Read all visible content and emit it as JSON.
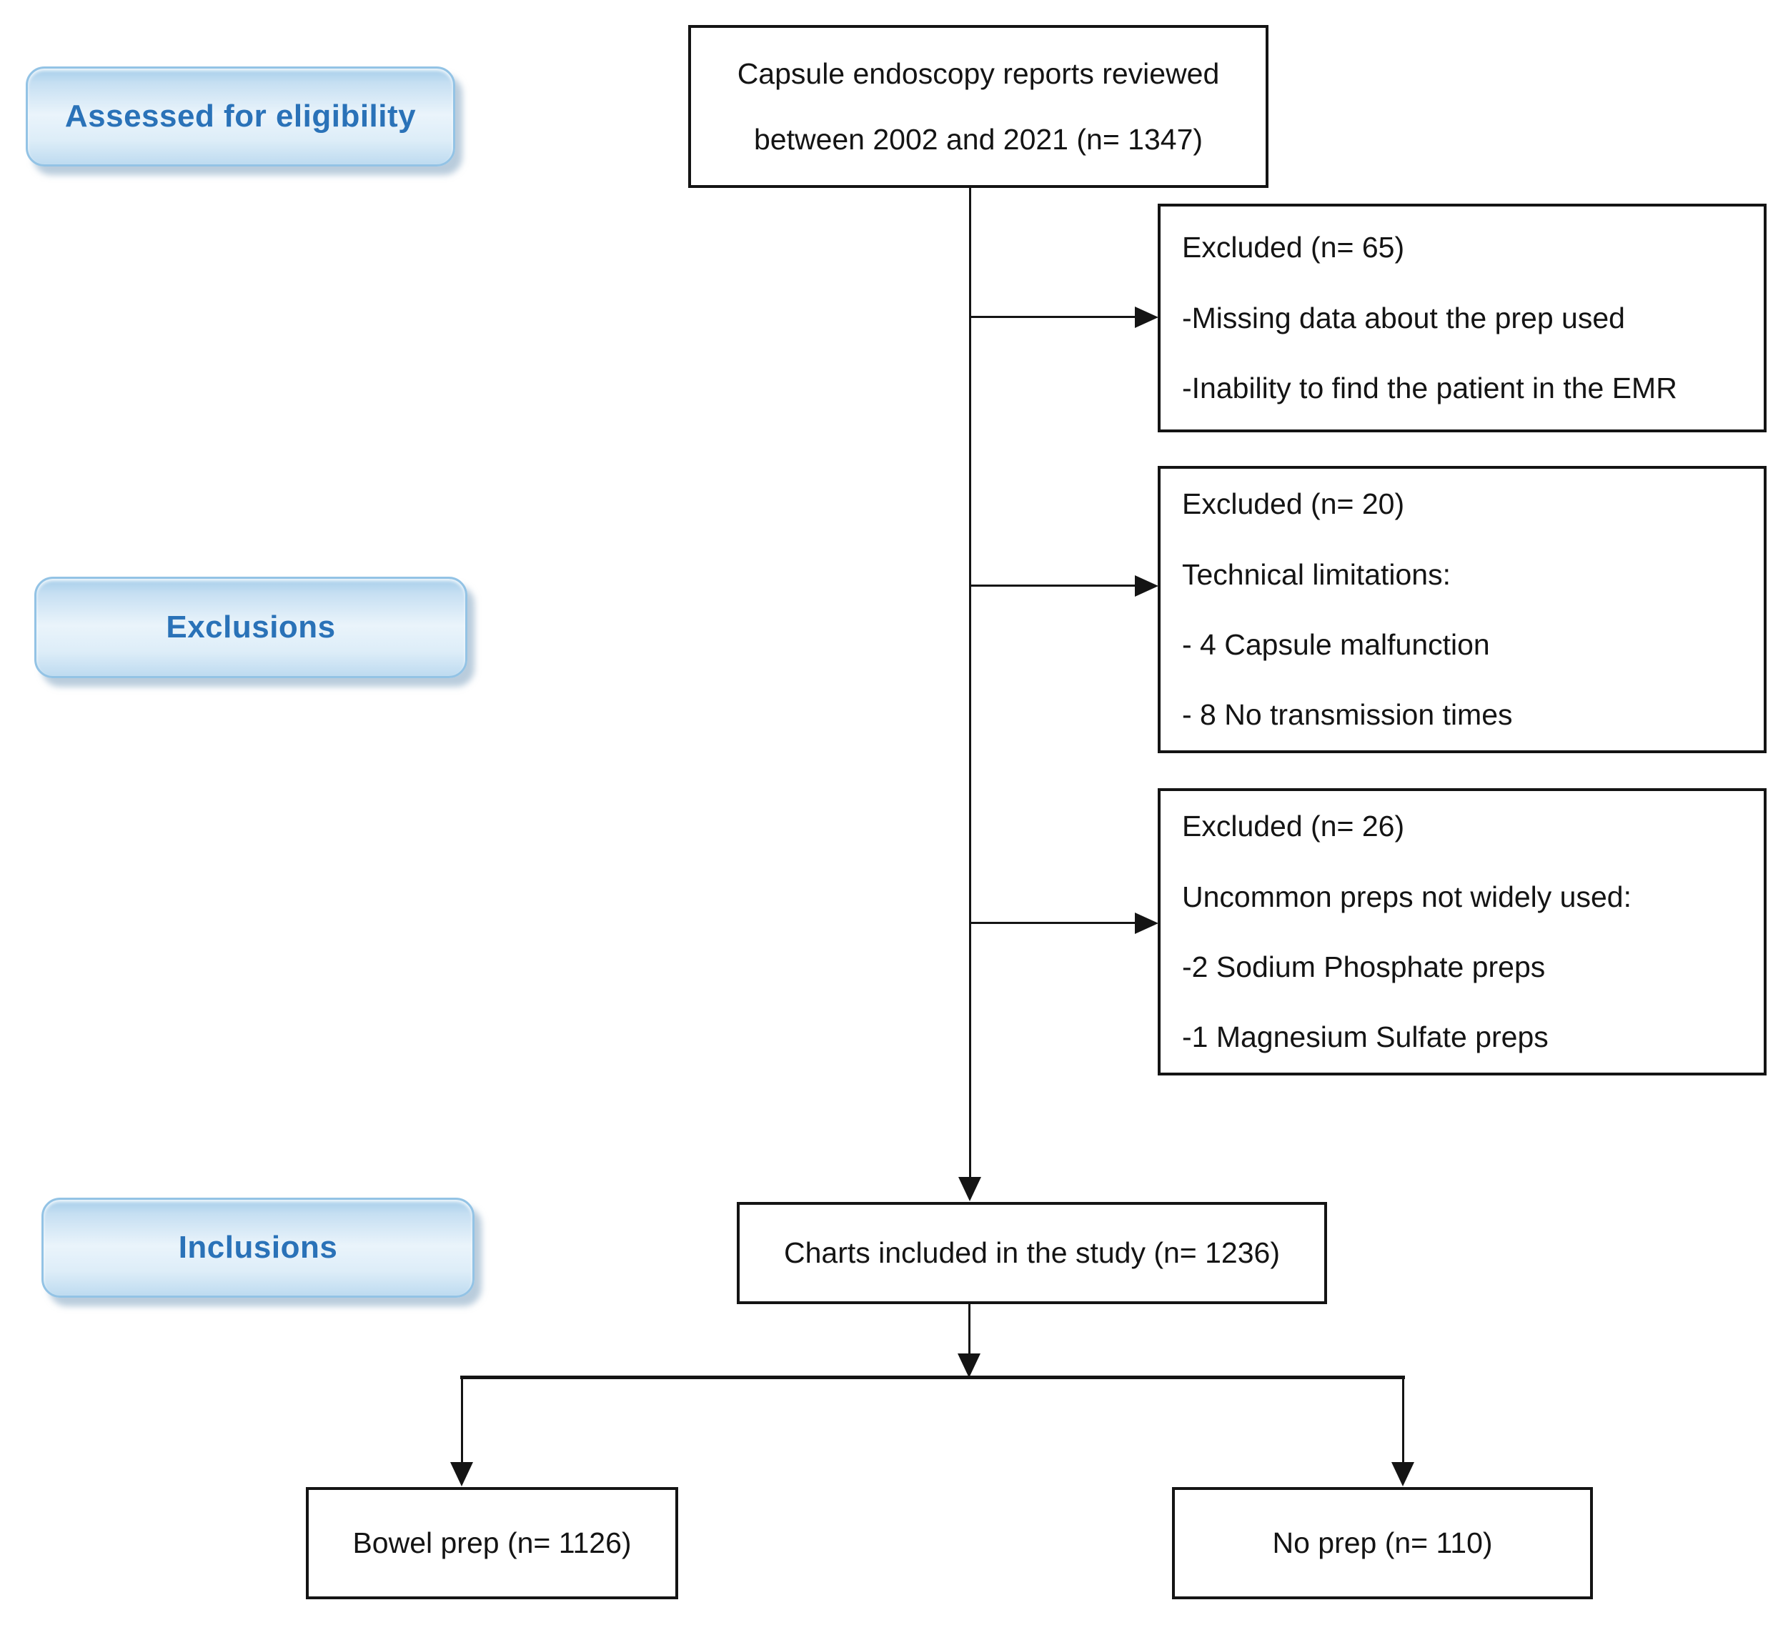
{
  "figure": {
    "stage_labels": [
      "Assessed for eligibility",
      "Exclusions",
      "Inclusions"
    ],
    "top_box": {
      "line1": "Capsule endoscopy reports reviewed",
      "line2": "between 2002 and 2021 (n= 1347)"
    },
    "exclusion_boxes": [
      {
        "lines": [
          "Excluded (n= 65)",
          "-Missing data about the prep used",
          "-Inability to find the patient in the EMR"
        ]
      },
      {
        "lines": [
          "Excluded (n= 20)",
          "Technical limitations:",
          "- 4 Capsule malfunction",
          "- 8 No transmission times"
        ]
      },
      {
        "lines": [
          "Excluded (n= 26)",
          "Uncommon preps not widely used:",
          "-2 Sodium Phosphate preps",
          "-1 Magnesium Sulfate preps"
        ]
      }
    ],
    "included_box": "Charts included in the study (n= 1236)",
    "outcome_boxes": [
      "Bowel prep (n= 1126)",
      "No prep (n= 110)"
    ],
    "colors": {
      "accent_text": "#2a72b8",
      "button_border": "#93c3e5",
      "button_fill_light": "#eaf4fb",
      "button_fill_dark": "#a6ceea",
      "line_color": "#141414"
    }
  }
}
